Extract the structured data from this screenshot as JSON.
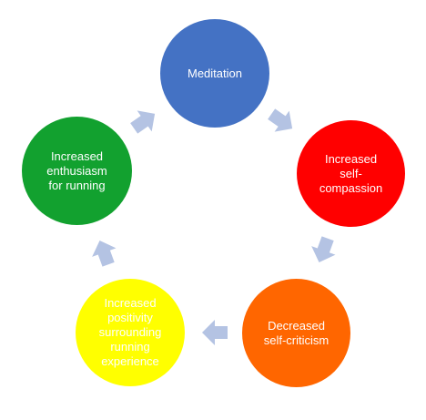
{
  "nodes": [
    {
      "id": "meditation",
      "label": "Meditation",
      "color": "#4472c4"
    },
    {
      "id": "self-compassion",
      "label": "Increased\nself-\ncompassion",
      "color": "#ff0000"
    },
    {
      "id": "self-criticism",
      "label": "Decreased\nself-criticism",
      "color": "#ff6600"
    },
    {
      "id": "positivity",
      "label": "Increased\npositivity\nsurrounding\nrunning\nexperience",
      "color": "#ffff00"
    },
    {
      "id": "enthusiasm",
      "label": "Increased\nenthusiasm\nfor running",
      "color": "#12a12f"
    }
  ],
  "arrows": [
    {
      "from": "meditation",
      "to": "self-compassion"
    },
    {
      "from": "self-compassion",
      "to": "self-criticism"
    },
    {
      "from": "self-criticism",
      "to": "positivity"
    },
    {
      "from": "positivity",
      "to": "enthusiasm"
    },
    {
      "from": "enthusiasm",
      "to": "meditation"
    }
  ],
  "arrow_color": "#b4c3e3"
}
